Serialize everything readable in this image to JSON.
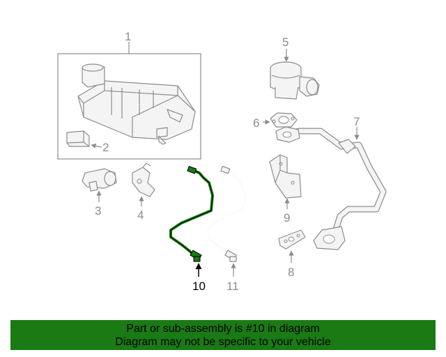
{
  "callouts": {
    "c1": "1",
    "c2": "2",
    "c3": "3",
    "c4": "4",
    "c5": "5",
    "c6": "6",
    "c7": "7",
    "c8": "8",
    "c9": "9",
    "c10": "10",
    "c11": "11"
  },
  "highlight_color": "#1a7a14",
  "banner": {
    "line1": "Part or sub-assembly is #10 in diagram",
    "line2": "Diagram may not be specific to your vehicle"
  }
}
